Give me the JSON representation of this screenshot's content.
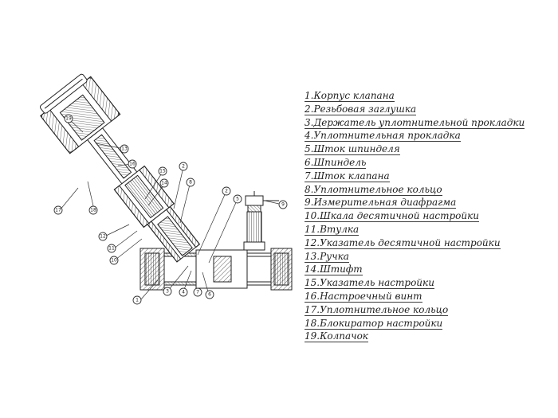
{
  "legend": [
    "1.Корпус клапана",
    "2.Резьбовая заглушка",
    "3.Держатель уплотнительной прокладки",
    "4.Уплотнительная прокладка",
    "5.Шток шпинделя",
    "6.Шпиндель",
    "7.Шток клапана",
    "8.Уплотнительное кольцо",
    "9.Измерительная диафрагма",
    "10.Шкала десятичной настройки",
    "11.Втулка",
    "12.Указатель десятичной настройки",
    "13.Ручка",
    "14.Штифт",
    "15.Указатель настройки",
    "16.Настроечный винт",
    "17.Уплотнительное кольцо",
    "18.Блокиратор настройки",
    "19.Колпачок"
  ],
  "callouts": [
    "1",
    "2",
    "2",
    "3",
    "4",
    "5",
    "6",
    "7",
    "8",
    "9",
    "10",
    "11",
    "12",
    "13",
    "14",
    "15",
    "16",
    "17",
    "18",
    "19"
  ]
}
